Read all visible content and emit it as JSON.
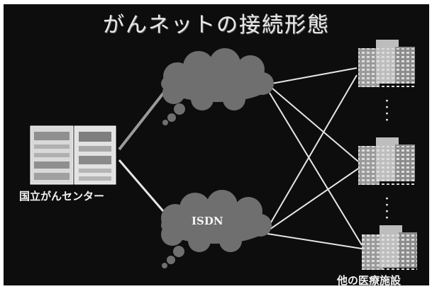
{
  "slide": {
    "title": "がんネットの接続形態",
    "center_label": "国立がんセンター",
    "cloud_isdn_label": "ISDN",
    "cloud_top_label": "",
    "other_label": "他の医療施設",
    "continuation_dots": "・\n・\n・\n・"
  },
  "colors": {
    "background": "#0d0d0d",
    "cloud": "#6f6f6f",
    "line": "#e6e6e6",
    "text": "#f2f2f2"
  },
  "icons": [
    "server-rack-icon",
    "hospital-building-icon",
    "network-cloud-icon"
  ]
}
